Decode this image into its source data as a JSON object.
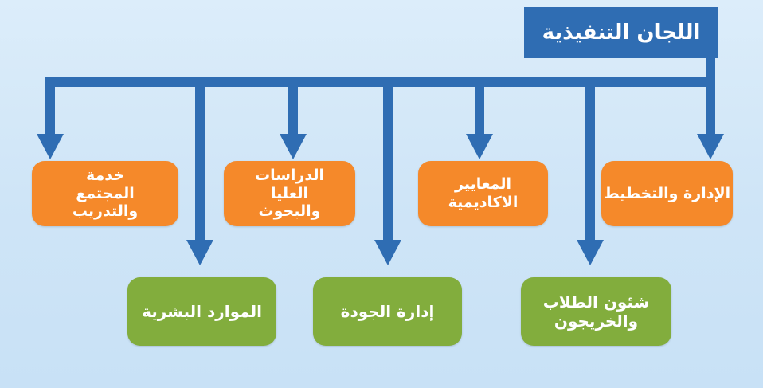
{
  "title": "اللجان التنفيذية",
  "colors": {
    "connector": "#2f6db3",
    "orange": "#f5892a",
    "green": "#82ad3d",
    "background": "#d4e8f8"
  },
  "committees_row1": [
    {
      "label": "الإدارة والتخطيط"
    },
    {
      "label": "المعايير الاكاديمية"
    },
    {
      "label": "الدراسات العليا والبحوث"
    },
    {
      "label": "خدمة المجتمع والتدريب"
    }
  ],
  "committees_row2": [
    {
      "label": "شئون الطلاب والخريجون"
    },
    {
      "label": "إدارة الجودة"
    },
    {
      "label": "الموارد البشرية"
    }
  ]
}
